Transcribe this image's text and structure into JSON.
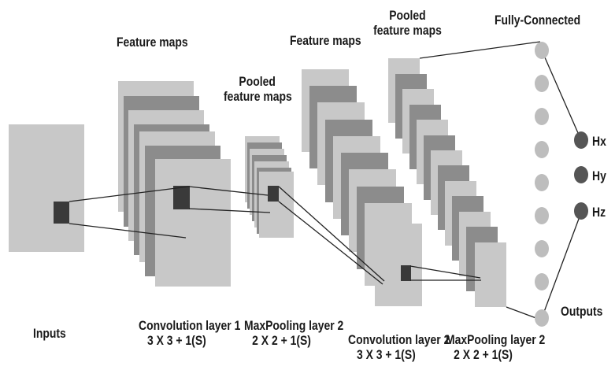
{
  "labels": {
    "inputs": "Inputs",
    "feature_maps_1": "Feature maps",
    "pooled_1_line1": "Pooled",
    "pooled_1_line2": "feature maps",
    "feature_maps_2": "Feature maps",
    "pooled_2_line1": "Pooled",
    "pooled_2_line2": "feature maps",
    "fully_connected": "Fully-Connected",
    "outputs": "Outputs",
    "conv1_line1": "Convolution layer 1",
    "conv1_line2": "3 X 3 + 1(S)",
    "pool1_line1": "MaxPooling layer 2",
    "pool1_line2": "2 X 2 + 1(S)",
    "conv2_line1": "Convolution layer 2",
    "conv2_line2": "3 X 3 + 1(S)",
    "pool2_line1": "MaxPooling layer 2",
    "pool2_line2": "2 X 2 + 1(S)"
  },
  "output_nodes": [
    "Hx",
    "Hy",
    "Hz"
  ],
  "colors": {
    "light_map": "#c8c8c8",
    "dark_map": "#8c8c8c",
    "kernel": "#3a3a3a",
    "fc_node": "#bdbdbd",
    "output_node": "#555555",
    "line": "#222222"
  }
}
